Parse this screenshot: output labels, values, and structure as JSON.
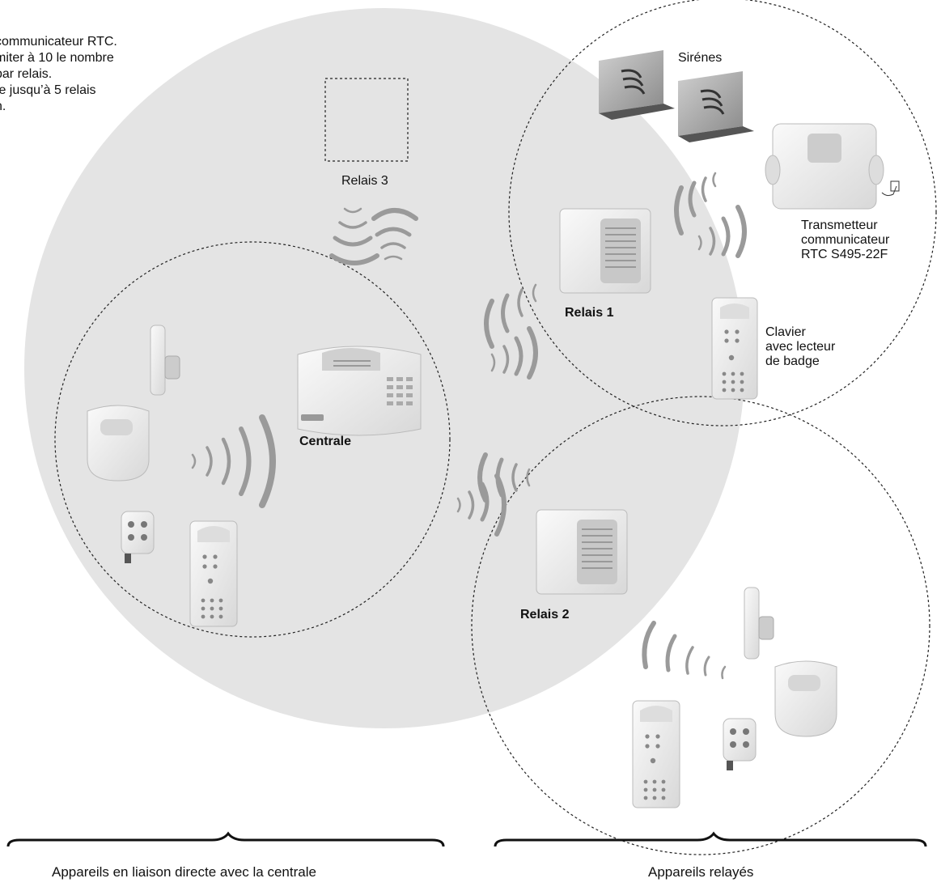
{
  "intro_lines": [
    "communicateur RTC.",
    "miter à 10 le nombre",
    "par relais.",
    "te  jusqu’à  5  relais",
    "n."
  ],
  "labels": {
    "sirenes": "Sirénes",
    "relais3": "Relais 3",
    "relais1": "Relais 1",
    "relais2": "Relais 2",
    "centrale": "Centrale",
    "transmetteur": [
      "Transmetteur",
      "communicateur",
      "RTC S495-22F"
    ],
    "clavier": [
      "Clavier",
      "avec lecteur",
      "de badge"
    ]
  },
  "captions": {
    "direct": "Appareils en liaison directe avec la centrale",
    "relayed": "Appareils relayés"
  },
  "colors": {
    "zone_fill": "#e4e4e4",
    "device_light": "#f3f3f3",
    "device_dark": "#6e6e6e",
    "wave": "#9a9a9a"
  }
}
